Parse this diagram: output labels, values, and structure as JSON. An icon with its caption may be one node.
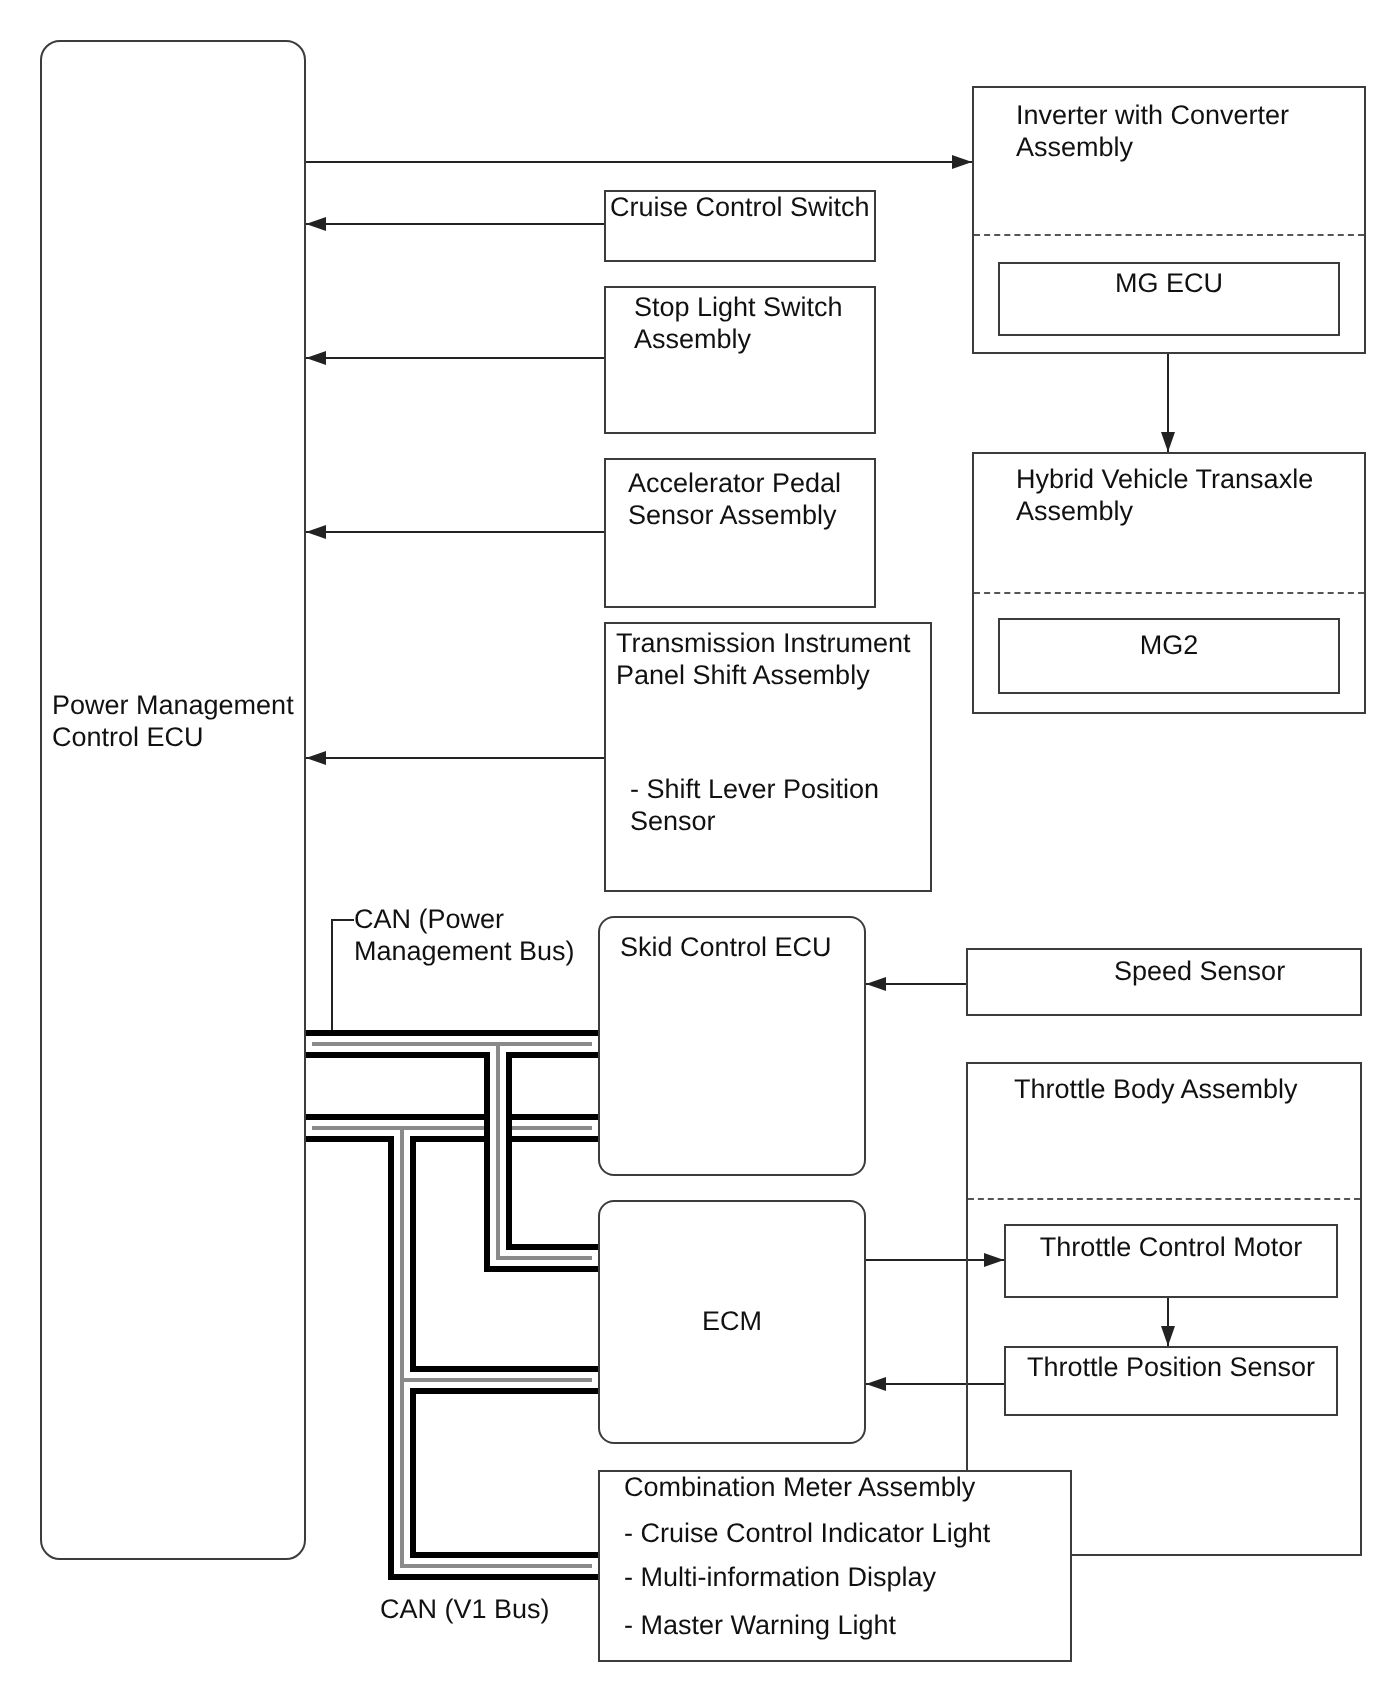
{
  "diagram": {
    "nodes": [
      {
        "text": [
          "Power Management Control ECU"
        ]
      },
      {
        "text": [
          "Inverter with Converter Assembly"
        ]
      },
      {
        "text": [
          "MG ECU"
        ],
        "in": 1
      },
      {
        "text": [
          "Cruise Control Switch"
        ]
      },
      {
        "text": [
          "Stop Light Switch Assembly"
        ]
      },
      {
        "text": [
          "Accelerator Pedal Sensor Assembly"
        ]
      },
      {
        "text": [
          "Hybrid Vehicle Transaxle Assembly"
        ]
      },
      {
        "text": [
          "MG2"
        ],
        "in": 6
      },
      {
        "text": [
          "Transmission Instrument Panel Shift Assembly",
          "- Shift Lever Position Sensor"
        ]
      },
      {
        "text": [
          "CAN (Power Management Bus)"
        ]
      },
      {
        "text": [
          "Skid Control ECU"
        ]
      },
      {
        "text": [
          "Speed Sensor"
        ]
      },
      {
        "text": [
          "Throttle Body Assembly"
        ]
      },
      {
        "text": [
          "Throttle Control Motor"
        ],
        "in": 12
      },
      {
        "text": [
          "Throttle Position Sensor"
        ],
        "in": 12
      },
      {
        "text": [
          "ECM"
        ]
      },
      {
        "text": [
          "Combination Meter Assembly",
          "- Cruise Control Indicator Light",
          "- Multi-information Display",
          "- Master Warning Light"
        ]
      }
    ],
    "edges": [
      {
        "from": 0,
        "to": 1,
        "arrow": "to"
      },
      {
        "from": 3,
        "to": 0,
        "arrow": "to"
      },
      {
        "from": 4,
        "to": 0,
        "arrow": "to"
      },
      {
        "from": 5,
        "to": 0,
        "arrow": "to"
      },
      {
        "from": 8,
        "to": 0,
        "arrow": "to"
      },
      {
        "from": 1,
        "to": 6,
        "arrow": "to"
      },
      {
        "from": 11,
        "to": 10,
        "arrow": "to"
      },
      {
        "from": 15,
        "to": 13,
        "arrow": "to"
      },
      {
        "from": 13,
        "to": 14,
        "arrow": "to"
      },
      {
        "from": 14,
        "to": 15,
        "arrow": "to"
      },
      {
        "from": 9,
        "to": null,
        "arrow": "none"
      },
      {
        "from": 0,
        "to": 10,
        "arrow": "none",
        "style": "thick"
      },
      {
        "from": 0,
        "to": 15,
        "arrow": "none",
        "style": "thick"
      },
      {
        "from": 0,
        "to": 10,
        "arrow": "none",
        "style": "thick"
      },
      {
        "from": 0,
        "to": 15,
        "arrow": "none",
        "style": "thick"
      },
      {
        "from": 0,
        "to": 16,
        "arrow": "none",
        "style": "thick"
      }
    ],
    "labels": [
      "CAN (V1 Bus)"
    ]
  }
}
